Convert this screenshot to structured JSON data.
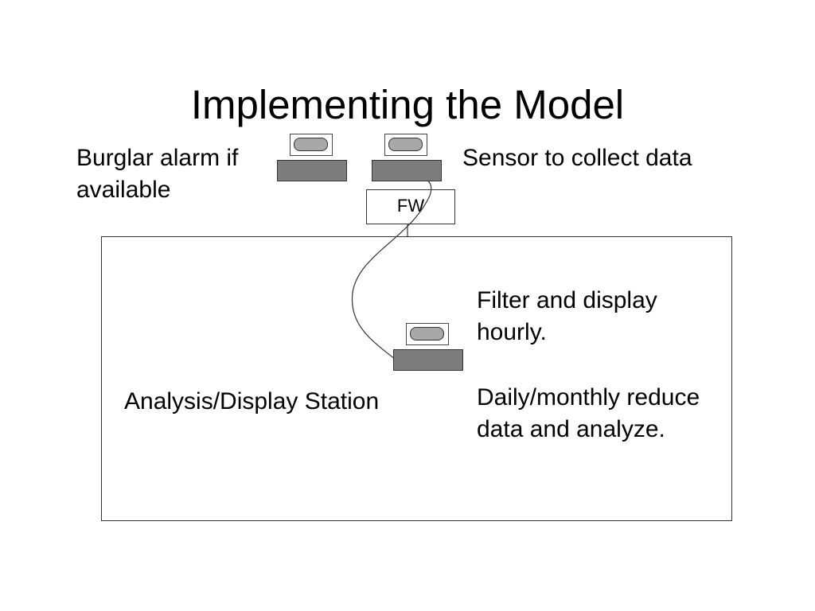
{
  "slide": {
    "title": "Implementing the Model"
  },
  "labels": {
    "burglar_alarm": [
      "Burglar alarm if",
      "available"
    ],
    "sensor": "Sensor to collect data",
    "firewall": "FW",
    "station": "Analysis/Display Station",
    "filter": [
      "Filter and display",
      "hourly."
    ],
    "daily": [
      "Daily/monthly reduce",
      "data and analyze."
    ]
  },
  "colors": {
    "monitor_screen": "#a8a8a8",
    "computer_base": "#7d7d7d",
    "outline": "#333333"
  },
  "icons": {
    "computer": "computer-icon"
  }
}
